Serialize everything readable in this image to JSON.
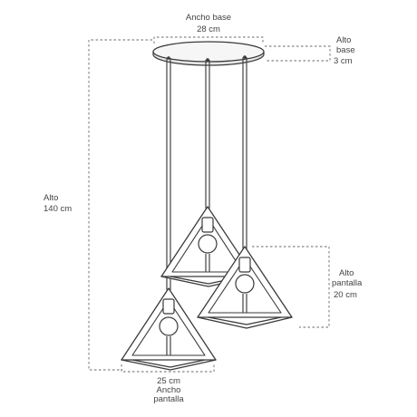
{
  "dimensions": {
    "base_width": {
      "label": "Ancho base",
      "value": "28 cm"
    },
    "base_height": {
      "label_line1": "Alto",
      "label_line2": "base",
      "value": "3 cm"
    },
    "total_height": {
      "label": "Alto",
      "value": "140 cm"
    },
    "shade_height": {
      "label_line1": "Alto",
      "label_line2": "pantalla",
      "value": "20 cm"
    },
    "shade_width": {
      "value": "25 cm",
      "label_line1": "Ancho",
      "label_line2": "pantalla"
    }
  },
  "colors": {
    "line": "#3a3a3a",
    "dash": "#666666",
    "text": "#444444",
    "canopy_fill": "#f2f2f2"
  }
}
